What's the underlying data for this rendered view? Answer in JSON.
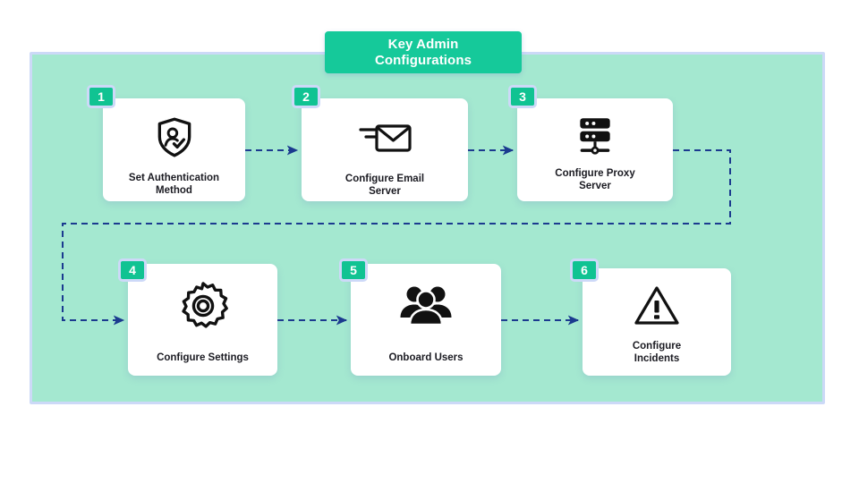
{
  "title": {
    "text": "Key Admin\nConfigurations"
  },
  "colors": {
    "panel_bg": "#a4e8d0",
    "panel_border": "#ccd9f7",
    "banner_bg": "#15c99a",
    "badge_bg": "#10c392",
    "badge_border": "#cdd9f8",
    "card_bg": "#ffffff",
    "connector": "#1b3a8f",
    "label_text": "#1b1b22",
    "banner_text": "#ffffff"
  },
  "steps": [
    {
      "number": "1",
      "label": "Set Authentication\nMethod",
      "icon": "shield-user-check-icon"
    },
    {
      "number": "2",
      "label": "Configure Email\nServer",
      "icon": "envelope-send-icon"
    },
    {
      "number": "3",
      "label": "Configure Proxy\nServer",
      "icon": "server-network-icon"
    },
    {
      "number": "4",
      "label": "Configure Settings",
      "icon": "gear-icon"
    },
    {
      "number": "5",
      "label": "Onboard Users",
      "icon": "users-group-icon"
    },
    {
      "number": "6",
      "label": "Configure\nIncidents",
      "icon": "warning-triangle-icon"
    }
  ],
  "connectors": [
    {
      "from": "1",
      "to": "2",
      "style": "dashed-arrow"
    },
    {
      "from": "2",
      "to": "3",
      "style": "dashed-arrow"
    },
    {
      "from": "3",
      "to": "4",
      "style": "dashed-arrow-wrap"
    },
    {
      "from": "4",
      "to": "5",
      "style": "dashed-arrow"
    },
    {
      "from": "5",
      "to": "6",
      "style": "dashed-arrow"
    }
  ]
}
